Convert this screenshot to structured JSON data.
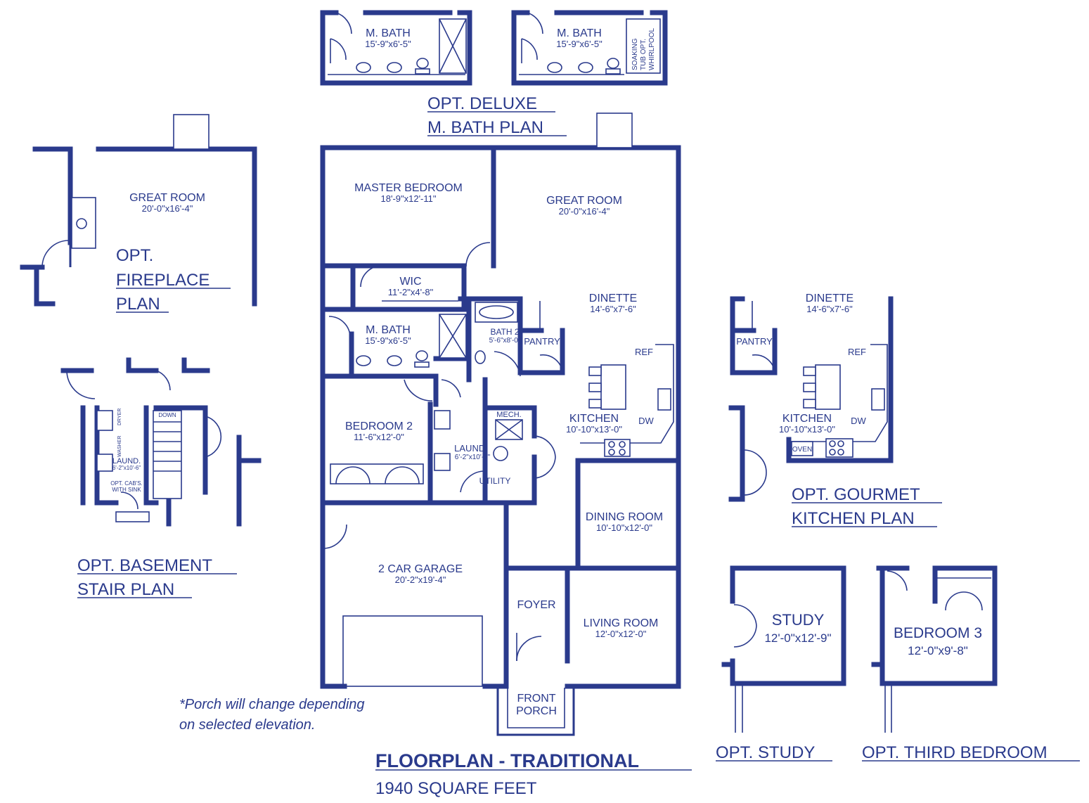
{
  "main_plan": {
    "title": "FLOORPLAN - TRADITIONAL",
    "square_feet": "1940 SQUARE FEET",
    "porch_note_line1": "*Porch will change depending",
    "porch_note_line2": "on selected elevation.",
    "rooms": {
      "master_bedroom": {
        "name": "MASTER BEDROOM",
        "dims": "18'-9\"x12'-11\""
      },
      "great_room": {
        "name": "GREAT ROOM",
        "dims": "20'-0\"x16'-4\""
      },
      "wic": {
        "name": "WIC",
        "dims": "11'-2\"x4'-8\""
      },
      "m_bath": {
        "name": "M. BATH",
        "dims": "15'-9\"x6'-5\""
      },
      "bath2": {
        "name": "BATH 2",
        "dims": "5'-6\"x8'-0\""
      },
      "pantry": {
        "name": "PANTRY"
      },
      "dinette": {
        "name": "DINETTE",
        "dims": "14'-6\"x7'-6\""
      },
      "ref": {
        "name": "REF"
      },
      "bedroom2": {
        "name": "BEDROOM 2",
        "dims": "11'-6\"x12'-0\""
      },
      "mech": {
        "name": "MECH."
      },
      "laund": {
        "name": "LAUND.",
        "dims": "6'-2\"x10'-6\""
      },
      "utility": {
        "name": "UTILITY"
      },
      "kitchen": {
        "name": "KITCHEN",
        "dims": "10'-10\"x13'-0\""
      },
      "dw": {
        "name": "DW"
      },
      "dining_room": {
        "name": "DINING ROOM",
        "dims": "10'-10\"x12'-0\""
      },
      "garage": {
        "name": "2 CAR GARAGE",
        "dims": "20'-2\"x19'-4\""
      },
      "foyer": {
        "name": "FOYER"
      },
      "living_room": {
        "name": "LIVING ROOM",
        "dims": "12'-0\"x12'-0\""
      },
      "front_porch": {
        "line1": "FRONT",
        "line2": "PORCH"
      }
    }
  },
  "opt_deluxe_bath": {
    "title_line1": "OPT. DELUXE",
    "title_line2": "M. BATH PLAN",
    "left": {
      "name": "M. BATH",
      "dims": "15'-9\"x6'-5\""
    },
    "right": {
      "name": "M. BATH",
      "dims": "15'-9\"x6'-5\"",
      "tub_line1": "SOAKING",
      "tub_line2": "TUB OPT.",
      "tub_line3": "WHIRLPOOL"
    }
  },
  "opt_fireplace": {
    "title_line1": "OPT.",
    "title_line2": "FIREPLACE",
    "title_line3": "PLAN",
    "room": {
      "name": "GREAT ROOM",
      "dims": "20'-0\"x16'-4\""
    }
  },
  "opt_basement": {
    "title_line1": "OPT. BASEMENT",
    "title_line2": "STAIR PLAN",
    "down": "DOWN",
    "washer": "WASHER",
    "dryer": "DRYER",
    "laund_name": "LAUND.",
    "laund_dims": "6'-2\"x10'-6\"",
    "cabs_line1": "OPT. CAB'S.",
    "cabs_line2": "WITH SINK"
  },
  "opt_gourmet": {
    "title_line1": "OPT. GOURMET",
    "title_line2": "KITCHEN PLAN",
    "dinette": {
      "name": "DINETTE",
      "dims": "14'-6\"x7'-6\""
    },
    "pantry": "PANTRY",
    "ref": "REF",
    "kitchen": {
      "name": "KITCHEN",
      "dims": "10'-10\"x13'-0\""
    },
    "dw": "DW",
    "oven": "OVEN"
  },
  "opt_study": {
    "title": "OPT. STUDY",
    "name": "STUDY",
    "dims": "12'-0\"x12'-9\""
  },
  "opt_third_bedroom": {
    "title": "OPT. THIRD BEDROOM",
    "name": "BEDROOM 3",
    "dims": "12'-0\"x9'-8\""
  },
  "colors": {
    "ink": "#2a3a8c",
    "paper": "#ffffff"
  }
}
